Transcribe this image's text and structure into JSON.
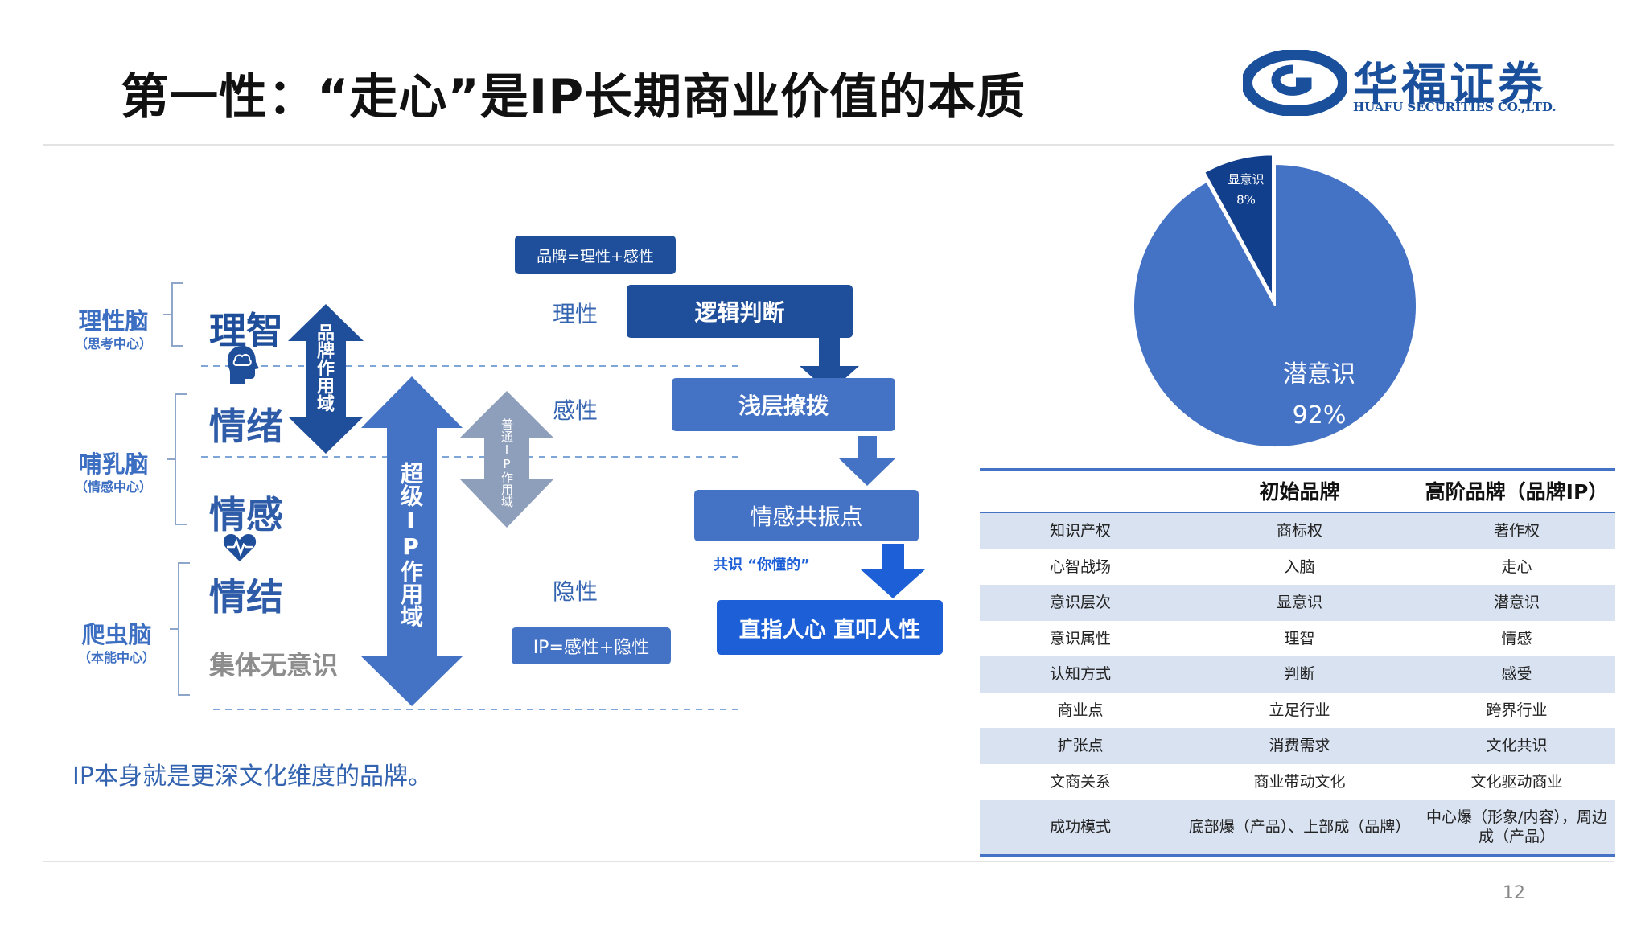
{
  "slide": {
    "title": "第一性：“走心”是IP长期商业价值的本质",
    "page_number": "12",
    "footnote": "IP本身就是更深文化维度的品牌。"
  },
  "logo": {
    "name_cn": "华福证券",
    "name_en": "HUAFU SECURITIES CO.,LTD.",
    "color": "#1a4f9c"
  },
  "diagram": {
    "brains": [
      {
        "name": "理性脑",
        "sub": "（思考中心）"
      },
      {
        "name": "哺乳脑",
        "sub": "（情感中心）"
      },
      {
        "name": "爬虫脑",
        "sub": "（本能中心）"
      }
    ],
    "words": {
      "lizhi": "理智",
      "qingxu": "情绪",
      "qinggan": "情感",
      "qingjie": "情结",
      "jiti": "集体无意识"
    },
    "arrows": {
      "brand_domain": "品牌作用域",
      "super_ip_domain": "超级IP作用域",
      "normal_ip_domain": "普通IP作用域"
    },
    "side_labels": {
      "rational": "理性",
      "emotional": "感性",
      "hidden": "隐性"
    },
    "formula_brand": "品牌=理性+感性",
    "formula_ip": "IP=感性+隐性",
    "steps": [
      "逻辑判断",
      "浅层撩拨",
      "情感共振点",
      "直指人心 直叩人性"
    ],
    "consensus": "共识 “你懂的”",
    "colors": {
      "dark": "#1f4e9b",
      "mid": "#4472c4",
      "bright": "#1c5fd6",
      "gray_arrow": "#8e9fbb"
    }
  },
  "chart_data": {
    "type": "pie",
    "slices": [
      {
        "label": "显意识",
        "value": 8,
        "value_label": "8%",
        "color": "#123f8c"
      },
      {
        "label": "潜意识",
        "value": 92,
        "value_label": "92%",
        "color": "#4472c4"
      }
    ]
  },
  "table": {
    "headers": [
      "",
      "初始品牌",
      "高阶品牌（品牌IP）"
    ],
    "rows": [
      [
        "知识产权",
        "商标权",
        "著作权"
      ],
      [
        "心智战场",
        "入脑",
        "走心"
      ],
      [
        "意识层次",
        "显意识",
        "潜意识"
      ],
      [
        "意识属性",
        "理智",
        "情感"
      ],
      [
        "认知方式",
        "判断",
        "感受"
      ],
      [
        "商业点",
        "立足行业",
        "跨界行业"
      ],
      [
        "扩张点",
        "消费需求",
        "文化共识"
      ],
      [
        "文商关系",
        "商业带动文化",
        "文化驱动商业"
      ],
      [
        "成功模式",
        "底部爆（产品）、上部成（品牌）",
        "中心爆（形象/内容），周边成（产品）"
      ]
    ],
    "stripe_color": "#d9e2f1",
    "rule_color": "#4472c4"
  }
}
